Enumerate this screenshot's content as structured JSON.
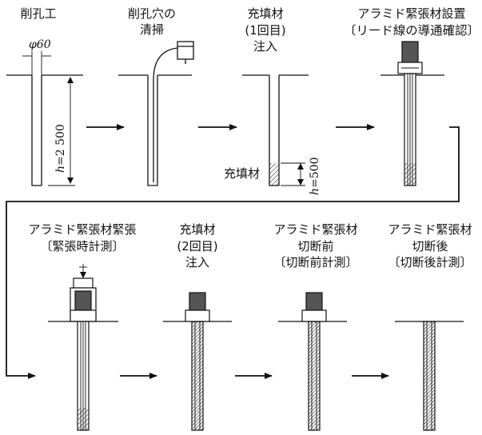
{
  "steps": [
    {
      "id": "drilling",
      "label_lines": [
        "削孔工"
      ]
    },
    {
      "id": "cleaning",
      "label_lines": [
        "削孔穴の",
        "清掃"
      ]
    },
    {
      "id": "grout1",
      "label_lines": [
        "充填材",
        "(1回目)",
        "注入"
      ]
    },
    {
      "id": "install",
      "label_lines": [
        "アラミド緊張材設置",
        "〔リード線の導通確認〕"
      ]
    },
    {
      "id": "tension",
      "label_lines": [
        "アラミド緊張材緊張",
        "〔緊張時計測〕"
      ]
    },
    {
      "id": "grout2",
      "label_lines": [
        "充填材",
        "(2回目)",
        "注入"
      ]
    },
    {
      "id": "before-cut",
      "label_lines": [
        "アラミド緊張材",
        "切断前",
        "〔切断前計測〕"
      ]
    },
    {
      "id": "after-cut",
      "label_lines": [
        "アラミド緊張材",
        "切断後",
        "〔切断後計測〕"
      ]
    }
  ],
  "annotations": {
    "diameter": "φ60",
    "depth_var": "h",
    "depth_eq": "=2 500",
    "grout_label": "充填材",
    "grout_depth_var": "h",
    "grout_depth_eq": "=500"
  },
  "colors": {
    "line": "#111111",
    "anchor_fill": "#555555",
    "plate_fill": "#ffffff"
  }
}
